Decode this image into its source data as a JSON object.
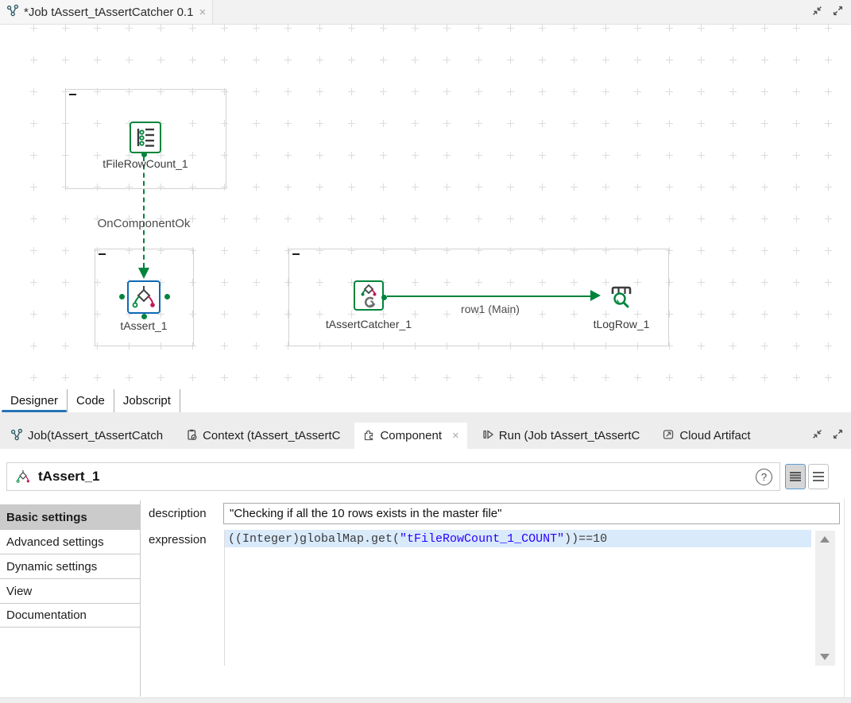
{
  "window": {
    "editor_tab": {
      "icon": "job-branch-icon",
      "title": "*Job tAssert_tAssertCatcher 0.1",
      "close_glyph": "×"
    }
  },
  "canvas": {
    "components": [
      {
        "name": "tFileRowCount_1",
        "label": "tFileRowCount_1",
        "icon": "file-row-count-icon"
      },
      {
        "name": "tAssert_1",
        "label": "tAssert_1",
        "icon": "assert-icon",
        "selected": true
      },
      {
        "name": "tAssertCatcher_1",
        "label": "tAssertCatcher_1",
        "icon": "assert-catcher-icon"
      },
      {
        "name": "tLogRow_1",
        "label": "tLogRow_1",
        "icon": "log-row-icon"
      }
    ],
    "connections": [
      {
        "label": "OnComponentOk",
        "style": "dashed-green",
        "from": "tFileRowCount_1",
        "to": "tAssert_1"
      },
      {
        "label": "row1 (Main)",
        "style": "solid-green",
        "from": "tAssertCatcher_1",
        "to": "tLogRow_1"
      }
    ]
  },
  "view_tabs": {
    "tabs": [
      {
        "label": "Designer",
        "active": true
      },
      {
        "label": "Code",
        "active": false
      },
      {
        "label": "Jobscript",
        "active": false
      }
    ]
  },
  "panel_tabs": {
    "tabs": [
      {
        "label": "Job(tAssert_tAssertCatch",
        "icon": "job-branch-icon"
      },
      {
        "label": "Context (tAssert_tAssertC",
        "icon": "context-clipboard-icon"
      },
      {
        "label": "Component",
        "icon": "component-puzzle-icon",
        "active": true,
        "close_glyph": "×"
      },
      {
        "label": "Run (Job tAssert_tAssertC",
        "icon": "run-icon"
      },
      {
        "label": "Cloud Artifact",
        "icon": "cloud-artifact-icon"
      }
    ]
  },
  "component_panel": {
    "title": "tAssert_1",
    "help_glyph": "?",
    "sections": [
      {
        "label": "Basic settings",
        "active": true
      },
      {
        "label": "Advanced settings",
        "active": false
      },
      {
        "label": "Dynamic settings",
        "active": false
      },
      {
        "label": "View",
        "active": false
      },
      {
        "label": "Documentation",
        "active": false
      }
    ],
    "fields": {
      "description": {
        "label": "description",
        "value": "\"Checking if all the 10 rows exists in the master file\""
      },
      "expression": {
        "label": "expression",
        "code_prefix": "((Integer)globalMap.get(",
        "code_string": "\"tFileRowCount_1_COUNT\"",
        "code_suffix": "))==10"
      }
    }
  },
  "colors": {
    "talend_green": "#00843c",
    "selected_blue": "#0f6ab4",
    "accent_red": "#c2185b",
    "tab_underline": "#2574b8",
    "code_string_blue": "#2a00ff",
    "code_line_highlight": "#d9eafb"
  }
}
